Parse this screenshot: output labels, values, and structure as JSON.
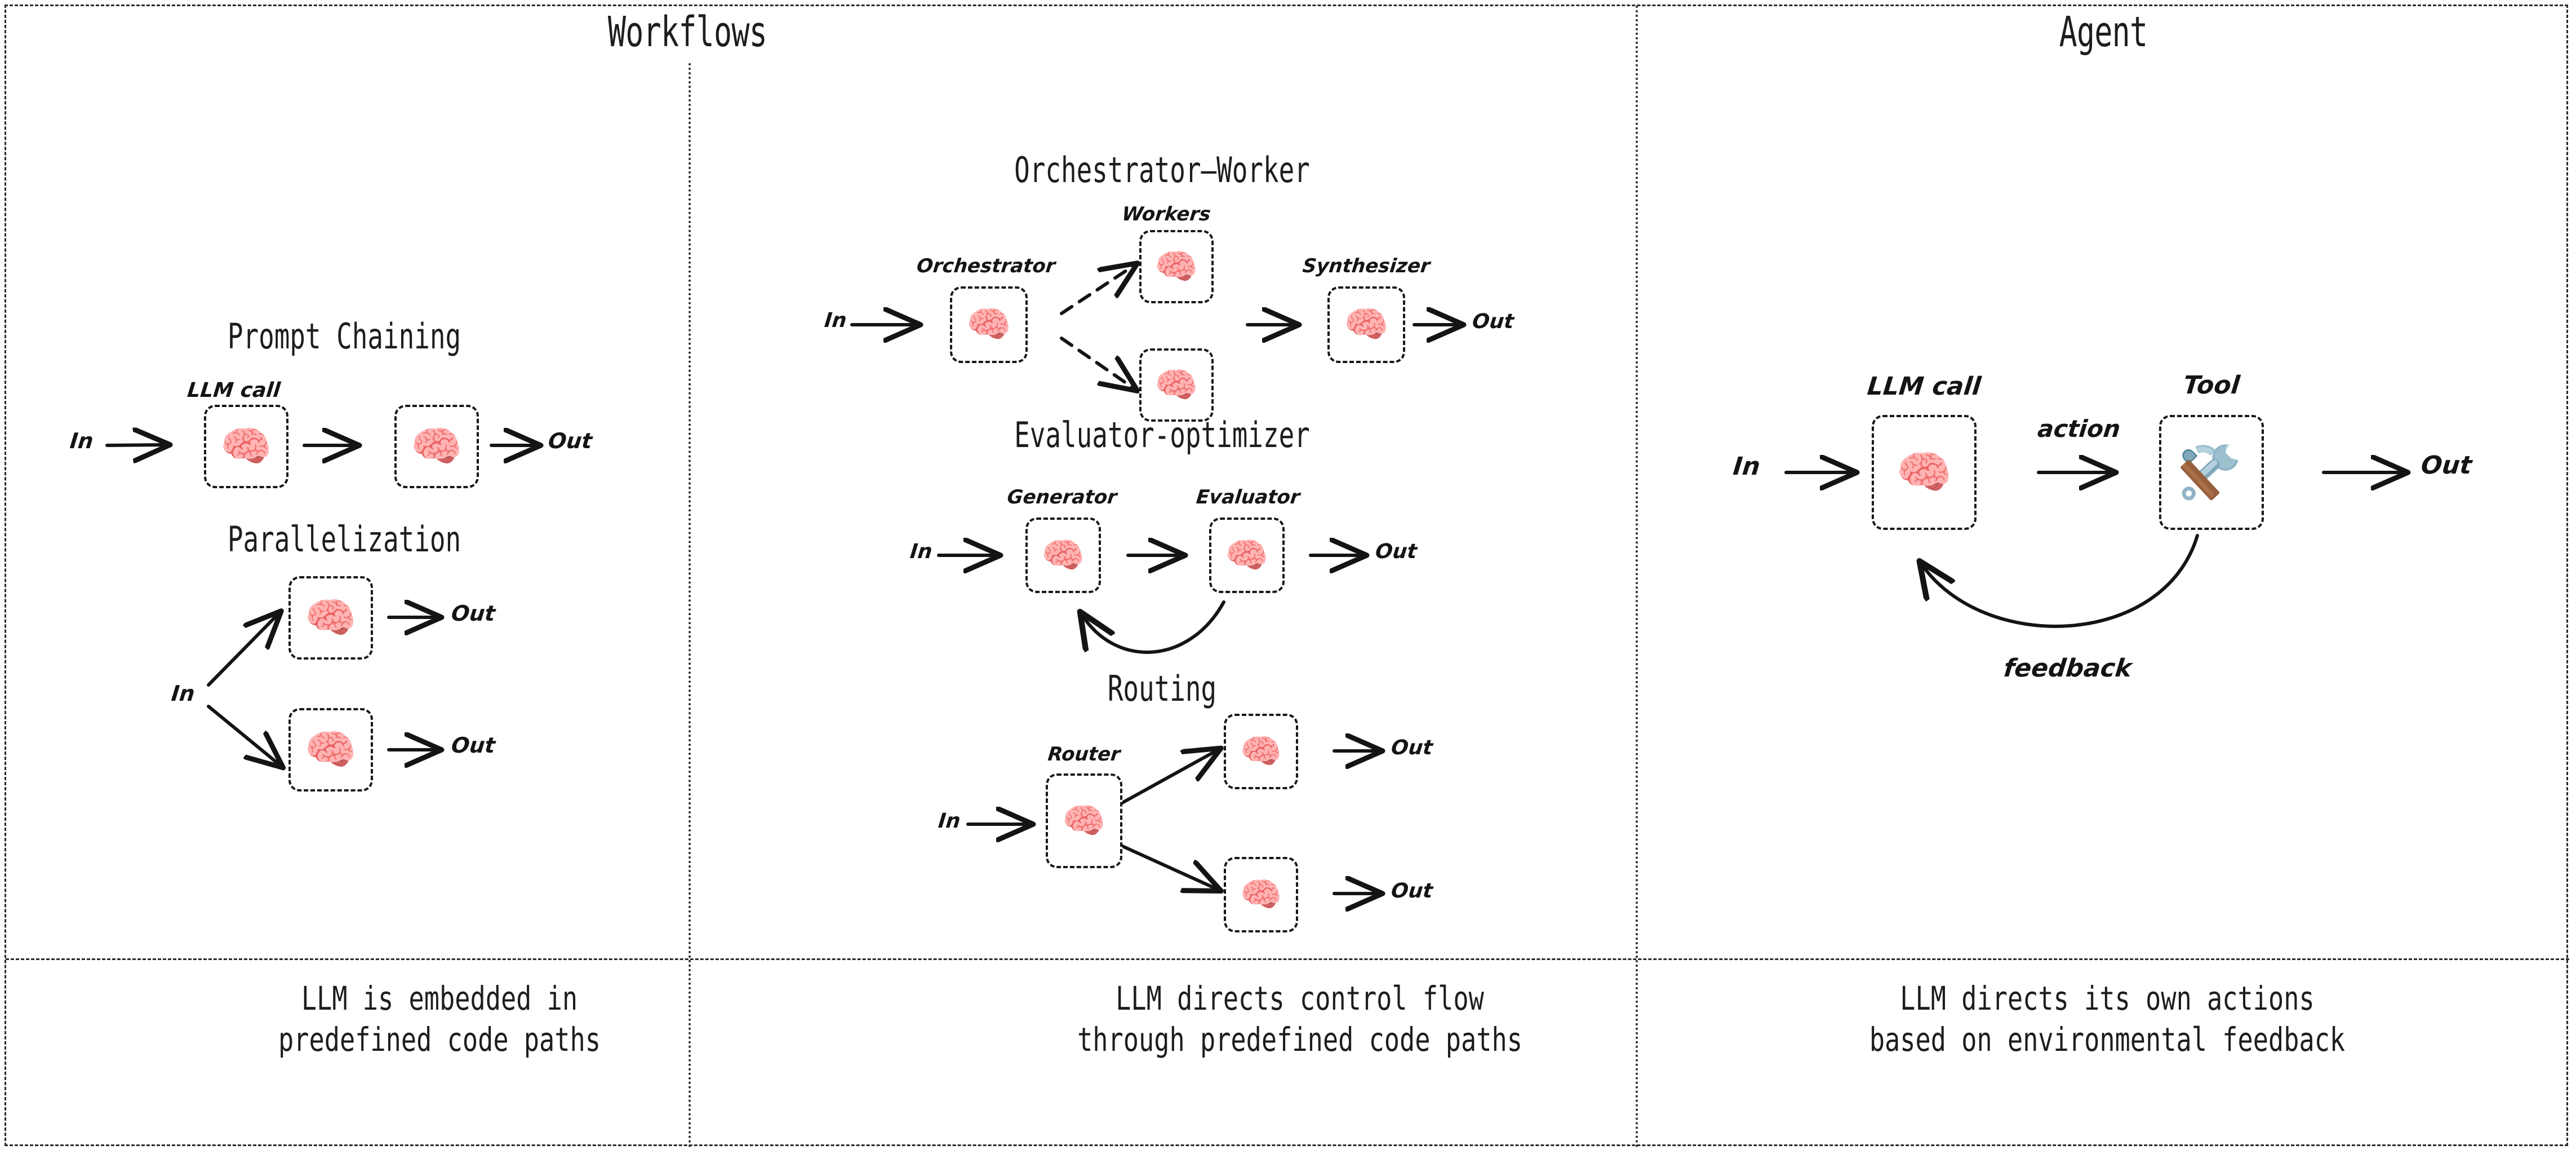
{
  "columns": {
    "workflows_title": "Workflows",
    "agent_title": "Agent"
  },
  "captions": {
    "workflows_left": "LLM is embedded in\npredefined code paths",
    "workflows_mid": "LLM directs control flow\nthrough predefined code paths",
    "agent": "LLM directs its own actions\nbased on environmental feedback"
  },
  "sections": {
    "prompt_chaining": {
      "title": "Prompt Chaining",
      "in": "In",
      "out": "Out",
      "node_label": "LLM call",
      "nodes": [
        "llm-call-1",
        "llm-call-2"
      ]
    },
    "parallelization": {
      "title": "Parallelization",
      "in": "In",
      "out_top": "Out",
      "out_bottom": "Out",
      "nodes": [
        "llm-call-top",
        "llm-call-bottom"
      ]
    },
    "orchestrator_worker": {
      "title": "Orchestrator–Worker",
      "in": "In",
      "out": "Out",
      "orchestrator_label": "Orchestrator",
      "workers_label": "Workers",
      "synthesizer_label": "Synthesizer",
      "nodes": [
        "orchestrator",
        "worker-top",
        "worker-bottom",
        "synthesizer"
      ]
    },
    "evaluator_optimizer": {
      "title": "Evaluator-optimizer",
      "in": "In",
      "out": "Out",
      "generator_label": "Generator",
      "evaluator_label": "Evaluator",
      "nodes": [
        "generator",
        "evaluator"
      ]
    },
    "routing": {
      "title": "Routing",
      "in": "In",
      "out_top": "Out",
      "out_bottom": "Out",
      "router_label": "Router",
      "nodes": [
        "router",
        "route-target-top",
        "route-target-bottom"
      ]
    },
    "agent": {
      "in": "In",
      "out": "Out",
      "llm_call_label": "LLM call",
      "tool_label": "Tool",
      "action_label": "action",
      "feedback_label": "feedback",
      "nodes": [
        "llm-call",
        "tool"
      ]
    }
  },
  "icons": {
    "brain": "🧠",
    "tool": "hammer-and-wrench"
  },
  "colors": {
    "ink": "#1a1a1a",
    "border": "#2a2a2a",
    "background": "#ffffff",
    "tool_metal_light": "#9dc0cf",
    "tool_metal_mid": "#7fa9bb",
    "tool_metal_dark": "#4e8296",
    "tool_wood": "#96603f"
  }
}
